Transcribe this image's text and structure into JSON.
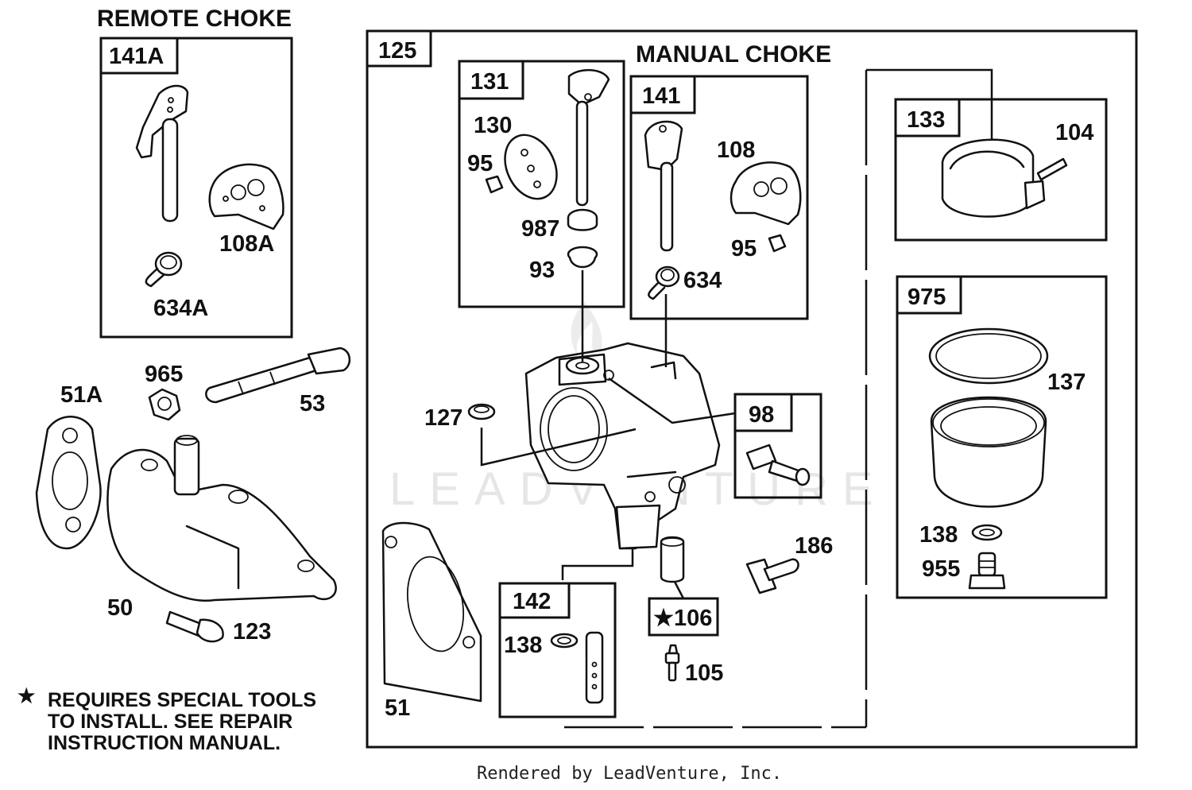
{
  "headings": {
    "remote_choke": "REMOTE CHOKE",
    "manual_choke": "MANUAL CHOKE"
  },
  "kit_boxes": {
    "k141a": "141A",
    "k125": "125",
    "k131": "131",
    "k141": "141",
    "k133": "133",
    "k975": "975",
    "k98": "98",
    "k142": "142",
    "k106": "★106"
  },
  "parts": {
    "p108a": "108A",
    "p634a": "634A",
    "p965": "965",
    "p51a": "51A",
    "p53": "53",
    "p50": "50",
    "p123": "123",
    "p130": "130",
    "p95a": "95",
    "p987": "987",
    "p93": "93",
    "p108": "108",
    "p95b": "95",
    "p634": "634",
    "p104": "104",
    "p137": "137",
    "p138a": "138",
    "p955": "955",
    "p127": "127",
    "p186": "186",
    "p138b": "138",
    "p105": "105",
    "p51": "51"
  },
  "note": {
    "star": "★",
    "line1": "REQUIRES SPECIAL TOOLS",
    "line2": "TO INSTALL.  SEE REPAIR",
    "line3": "INSTRUCTION MANUAL."
  },
  "watermark": "LEADVENTURE",
  "credit": "Rendered by LeadVenture, Inc."
}
